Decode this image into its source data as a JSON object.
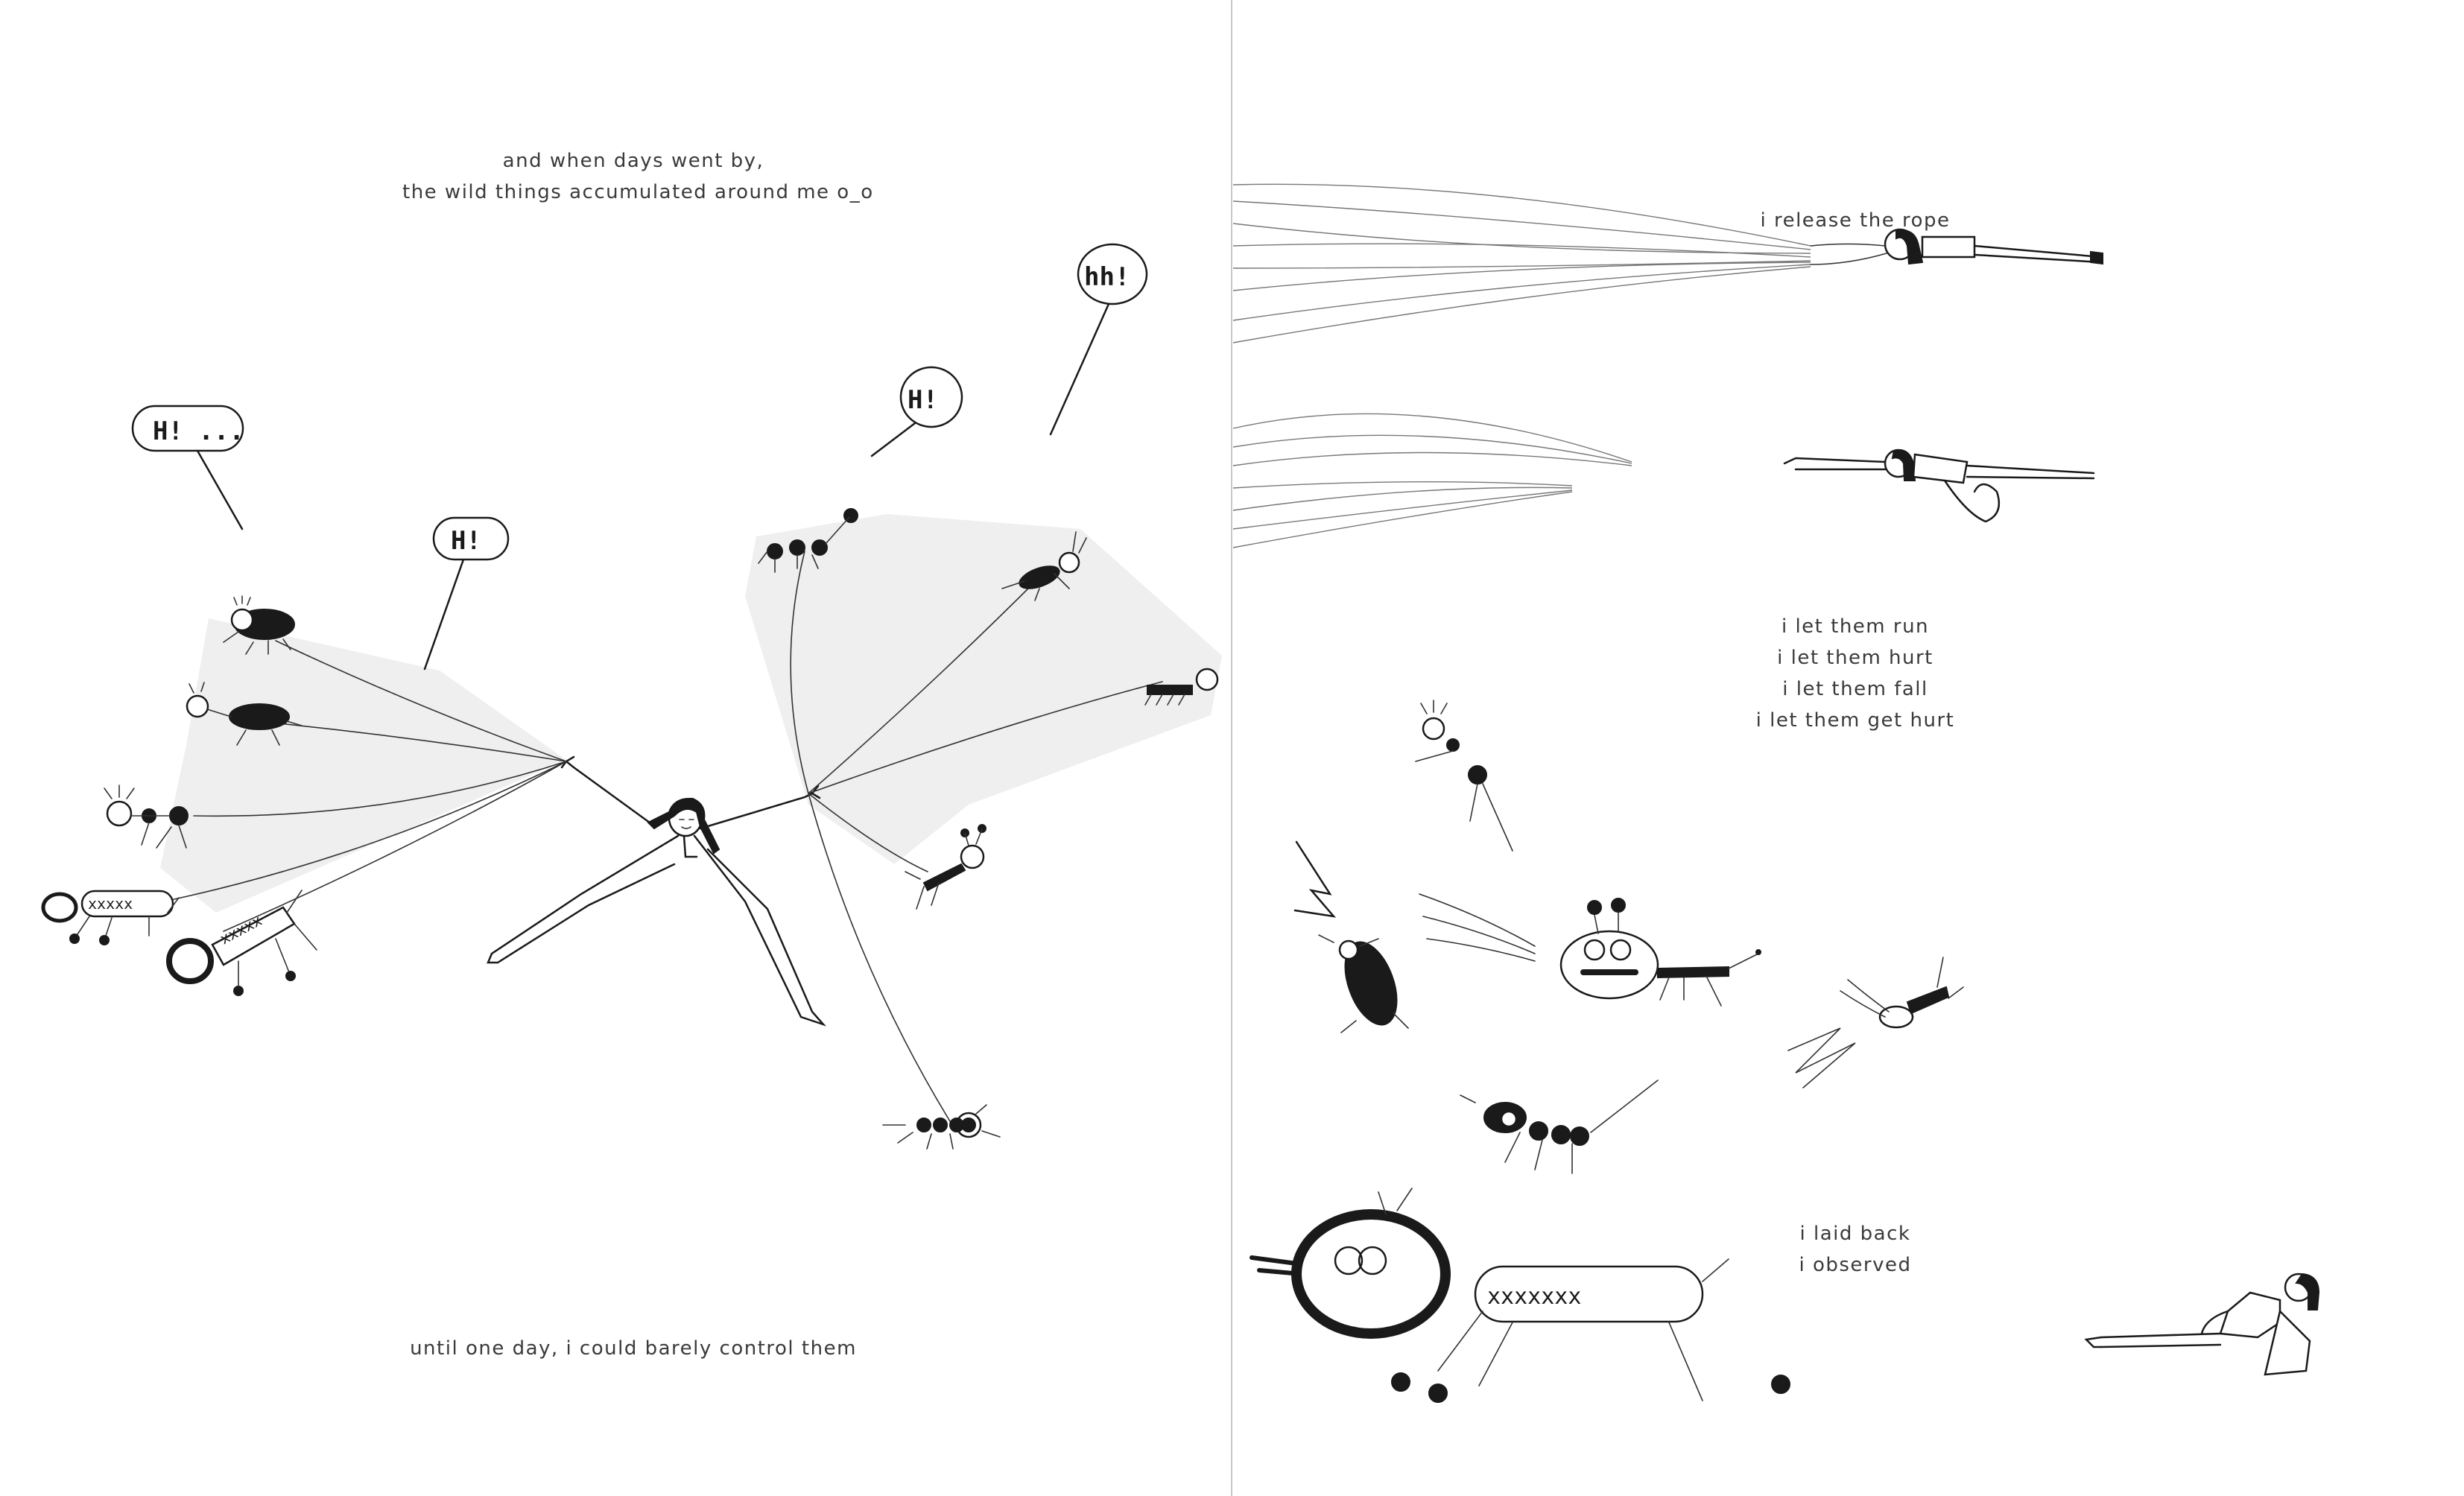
{
  "left_page": {
    "caption_top": [
      "and when days went by,",
      "the wild things accumulated around me o_o"
    ],
    "caption_bottom": "until one day, i could barely control them",
    "speech_bubbles": [
      "H! ...",
      "H!",
      "H!",
      "hh!"
    ]
  },
  "right_page": {
    "caption_release": "i release the rope",
    "caption_let": [
      "i let them run",
      "i let them hurt",
      "i let them fall",
      "i let them get hurt"
    ],
    "caption_laid": [
      "i laid back",
      "i observed"
    ]
  },
  "creature_markings": {
    "small": "xxxxx",
    "large": "xxxxxxx"
  },
  "colors": {
    "ink": "#1a1a1a",
    "text": "#3a3a3a",
    "web_fill": "#efefef",
    "gutter": "#c9c9c9",
    "paper": "#ffffff"
  }
}
